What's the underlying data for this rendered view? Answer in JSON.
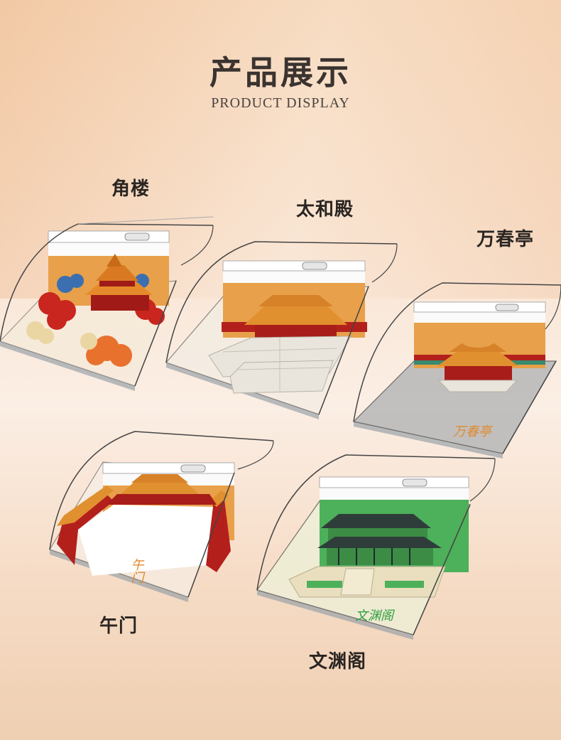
{
  "header": {
    "title": "产品展示",
    "subtitle": "PRODUCT DISPLAY"
  },
  "products": [
    {
      "name": "角楼",
      "stamp": ""
    },
    {
      "name": "太和殿",
      "stamp": ""
    },
    {
      "name": "万春亭",
      "stamp": "万春亭"
    },
    {
      "name": "午门",
      "stamp": "午门"
    },
    {
      "name": "文渊阁",
      "stamp": "文渊阁"
    }
  ],
  "colors": {
    "background": "#f9e4d1",
    "imperial_red": "#b3201c",
    "roof_gold": "#e59a3a",
    "wall_orange": "#e8a04a",
    "jade_green": "#3fa34d",
    "acrylic": "#dfe6ea"
  }
}
